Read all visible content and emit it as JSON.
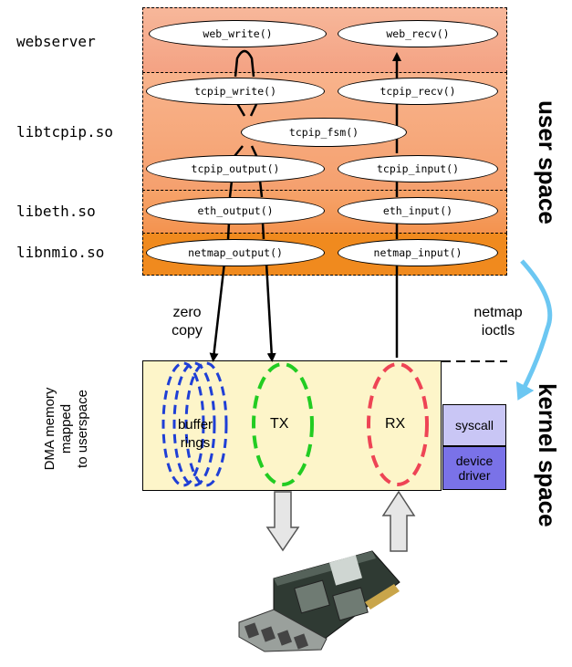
{
  "layers": {
    "webserver": "webserver",
    "libtcpip": "libtcpip.so",
    "libeth": "libeth.so",
    "libnmio": "libnmio.so"
  },
  "functions": {
    "web_write": "web_write()",
    "web_recv": "web_recv()",
    "tcpip_write": "tcpip_write()",
    "tcpip_recv": "tcpip_recv()",
    "tcpip_fsm": "tcpip_fsm()",
    "tcpip_output": "tcpip_output()",
    "tcpip_input": "tcpip_input()",
    "eth_output": "eth_output()",
    "eth_input": "eth_input()",
    "netmap_output": "netmap_output()",
    "netmap_input": "netmap_input()"
  },
  "labels": {
    "user_space": "user space",
    "kernel_space": "kernel space",
    "zero_copy_1": "zero",
    "zero_copy_2": "copy",
    "netmap_ioctls_1": "netmap",
    "netmap_ioctls_2": "ioctls",
    "dma_1": "DMA memory",
    "dma_2": "mapped",
    "dma_3": "to userspace",
    "buffer_1": "buffer",
    "buffer_2": "rings",
    "tx": "TX",
    "rx": "RX",
    "syscall": "syscall",
    "device_1": "device",
    "device_2": "driver"
  },
  "colors": {
    "webserver_bg": "#f4a988",
    "libtcpip_bg": "#f6a97e",
    "libeth_bg": "#f59a5e",
    "libnmio_bg": "#f08a1e",
    "dma_bg": "#fdf5c9",
    "buffer_ring": "#1f3fd6",
    "tx_ring": "#22cc22",
    "rx_ring": "#ee4455",
    "syscall_bg": "#c9c6f5",
    "driver_bg": "#7a72e8",
    "ioctl_arrow": "#6cc7f2"
  }
}
